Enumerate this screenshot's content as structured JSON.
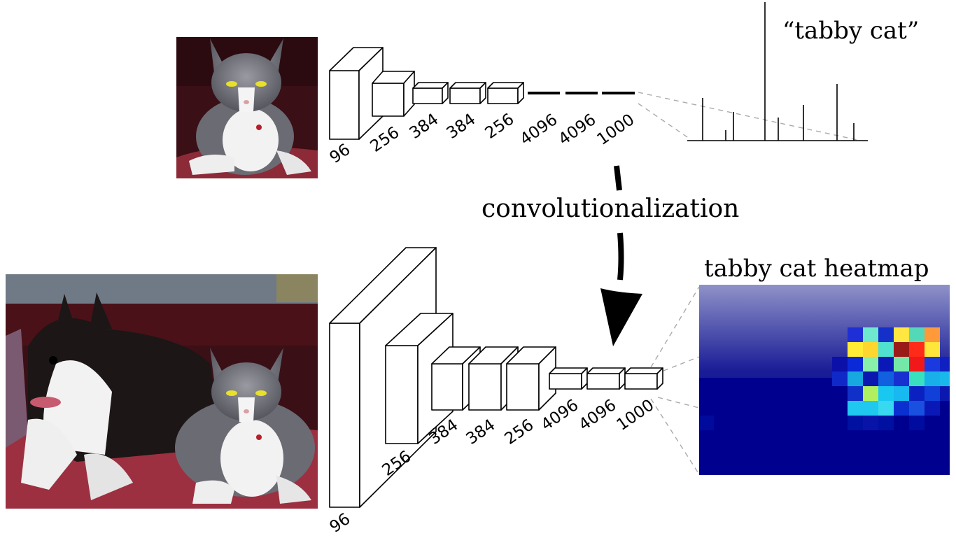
{
  "top_network": {
    "layer_labels": [
      "96",
      "256",
      "384",
      "384",
      "256",
      "4096",
      "4096",
      "1000"
    ],
    "prediction_label": "“tabby cat”"
  },
  "middle": {
    "label": "convolutionalization"
  },
  "bottom_network": {
    "layer_labels": [
      "96",
      "256",
      "384",
      "384",
      "256",
      "4096",
      "4096",
      "1000"
    ],
    "heatmap_title": "tabby cat heatmap"
  },
  "colors": {
    "background": "#ffffff",
    "stroke": "#000000",
    "dashed_connector": "#aaaaaa",
    "heatmap_background": "#00008f"
  },
  "images": {
    "top_photo": "tabby cat on red couch photo",
    "bottom_photo": "boston terrier dog and tabby cat on red couch photo"
  }
}
